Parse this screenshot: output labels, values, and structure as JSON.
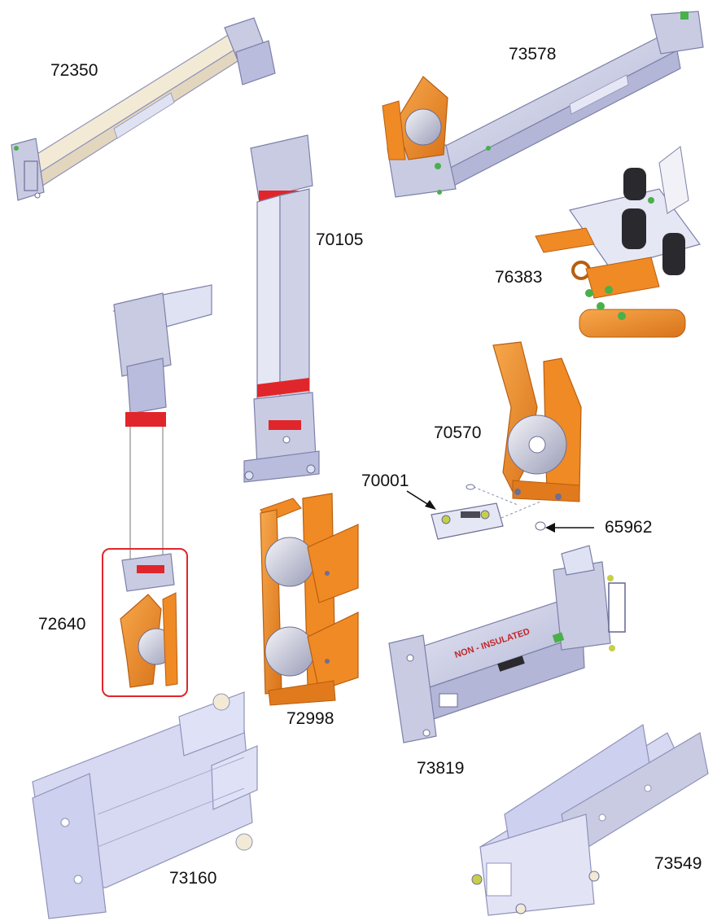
{
  "labels": {
    "p72350": "72350",
    "p73578": "73578",
    "p70105": "70105",
    "p76383": "76383",
    "p70570": "70570",
    "p70001": "70001",
    "p65962": "65962",
    "p72640": "72640",
    "p72998": "72998",
    "p73819": "73819",
    "p73160": "73160",
    "p73549": "73549"
  },
  "decals": {
    "non_insulated": "NON - INSULATED"
  },
  "colors": {
    "steel": "#c9cbe3",
    "steel_dark": "#8f92b8",
    "orange": "#f08a24",
    "orange_dark": "#b85e10",
    "red_band": "#e0262b",
    "highlight": "#e0262b",
    "cream": "#f3ead6",
    "green_bolt": "#49b04a"
  }
}
